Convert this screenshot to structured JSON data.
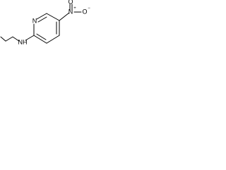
{
  "molecule": {
    "atoms": {
      "oxygen_top": "O",
      "nitro_nitrogen": "N",
      "nitro_plus": "+",
      "oxygen_right": "O",
      "oxygen_minus": "−",
      "ring_nitrogen": "N",
      "amine": "NH"
    }
  }
}
